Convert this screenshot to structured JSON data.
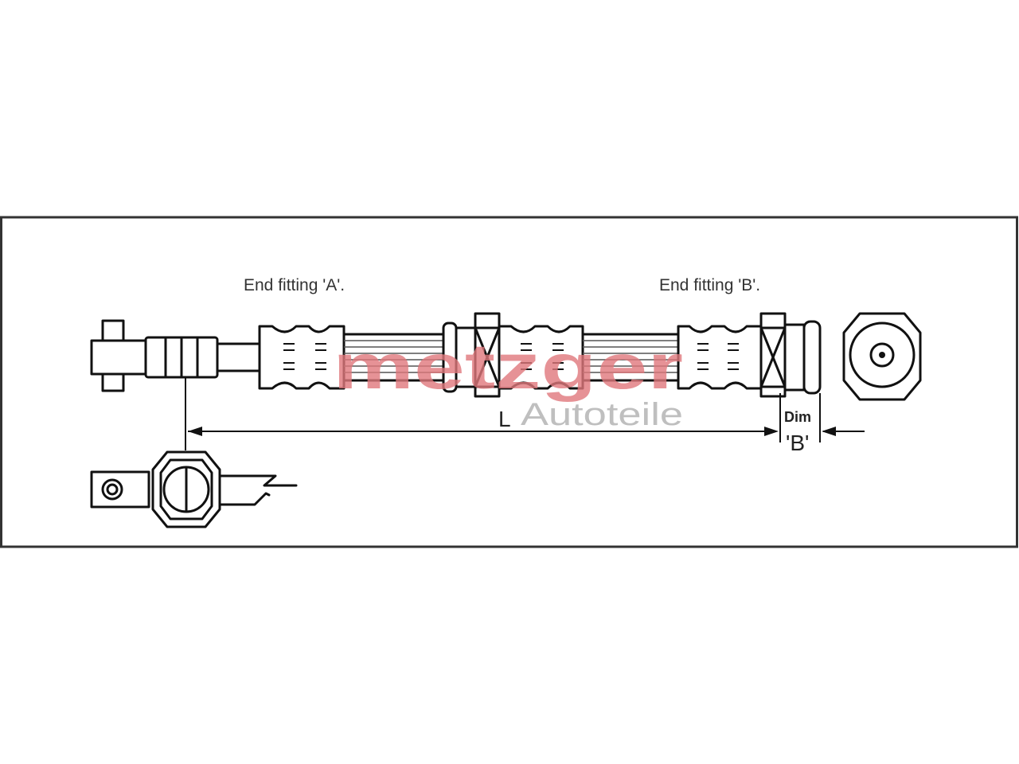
{
  "labels": {
    "end_fitting_a": "End fitting 'A'.",
    "end_fitting_b": "End fitting 'B'.",
    "length": "L",
    "dim": "Dim",
    "dim_b": "'B'"
  },
  "watermark": {
    "brand": "metzger",
    "subtitle": "Autoteile",
    "color": "#e0787c"
  },
  "colors": {
    "line": "#111111",
    "frame": "#333333",
    "background": "#ffffff"
  }
}
